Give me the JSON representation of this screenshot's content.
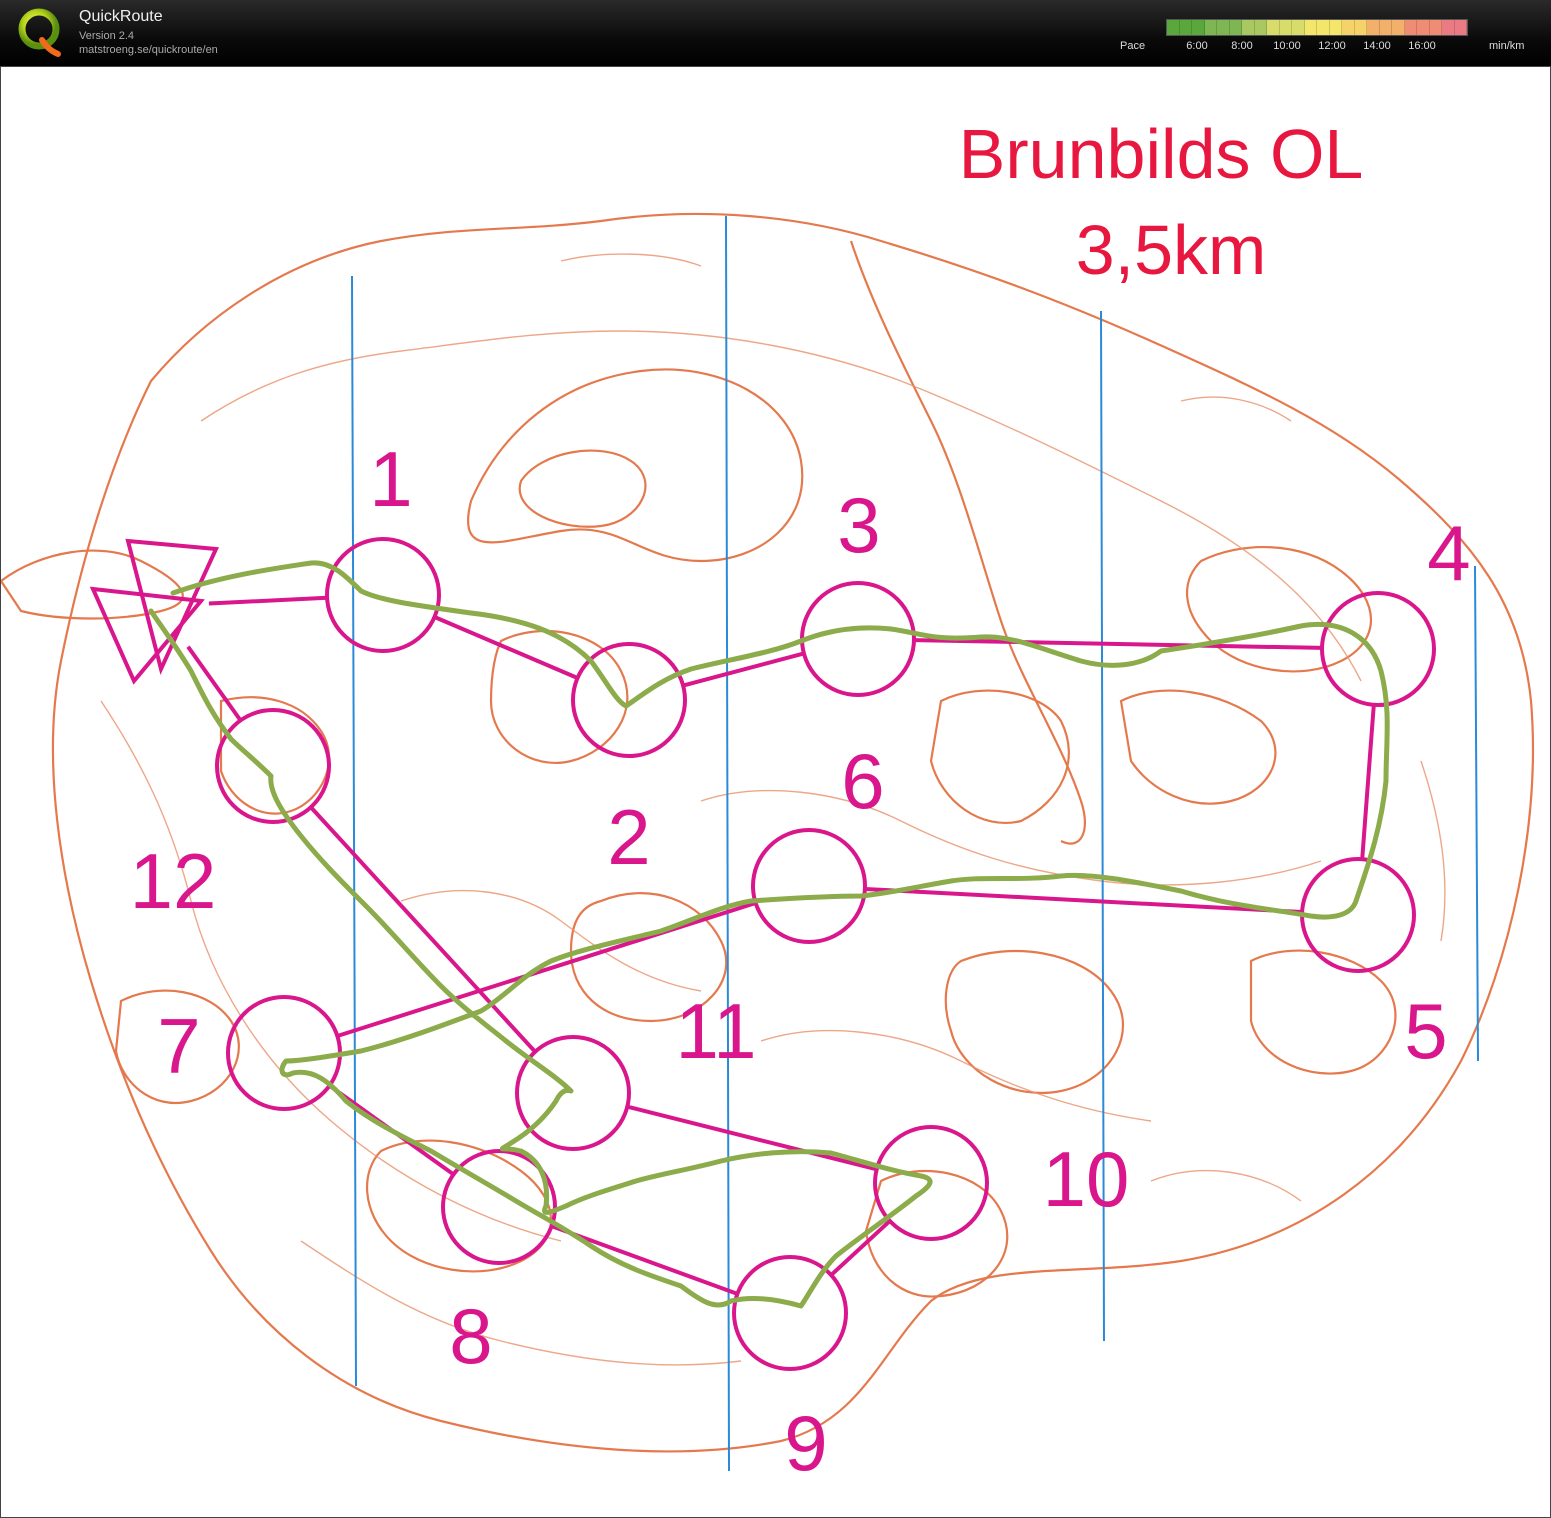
{
  "header": {
    "app_title": "QuickRoute",
    "version": "Version 2.4",
    "url": "matstroeng.se/quickroute/en",
    "logo_letter": "Q",
    "pace_label": "Pace",
    "pace_unit": "min/km",
    "pace_ticks": [
      "6:00",
      "8:00",
      "10:00",
      "12:00",
      "14:00",
      "16:00"
    ],
    "pace_gradient": [
      "#5aa83c",
      "#7db652",
      "#a9c861",
      "#d7dc6a",
      "#f3e66a",
      "#f6d36a",
      "#f2b06a",
      "#ee8d74",
      "#ea7a84"
    ]
  },
  "map": {
    "title_line1": "Brunbilds OL",
    "title_line2": "3,5km",
    "title_color": "#e8173f",
    "course_color": "#d9168c",
    "route_color": "#8cab4a",
    "start_symbol": "start-triangle",
    "controls": [
      {
        "number": "1"
      },
      {
        "number": "2"
      },
      {
        "number": "3"
      },
      {
        "number": "4"
      },
      {
        "number": "5"
      },
      {
        "number": "6"
      },
      {
        "number": "7"
      },
      {
        "number": "8"
      },
      {
        "number": "9"
      },
      {
        "number": "10"
      },
      {
        "number": "11"
      },
      {
        "number": "12"
      }
    ]
  }
}
